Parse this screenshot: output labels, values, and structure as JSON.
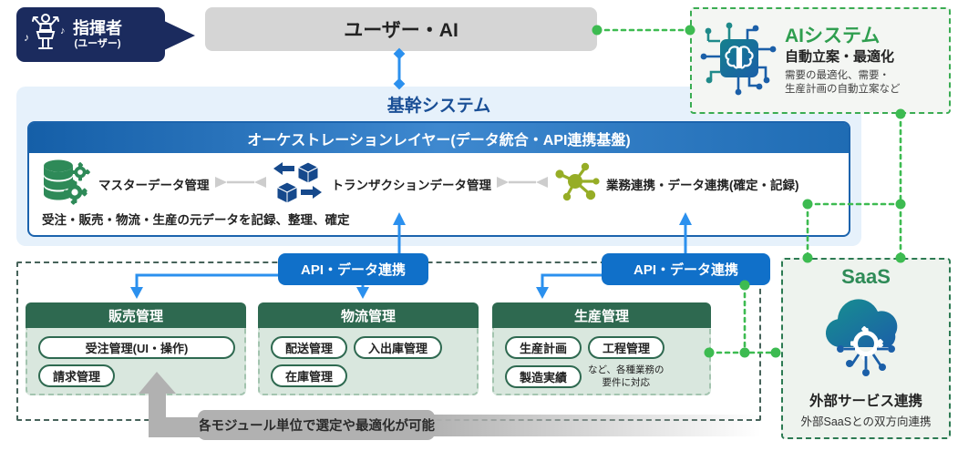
{
  "badge": {
    "title": "指揮者",
    "subtitle": "(ユーザー)"
  },
  "user_ai_bar": {
    "label": "ユーザー・AI"
  },
  "ai_box": {
    "title": "AIシステム",
    "subtitle": "自動立案・最適化",
    "desc_line1": "需要の最適化、需要・",
    "desc_line2": "生産計画の自動立案など"
  },
  "core": {
    "title": "基幹システム",
    "layer_header": "オーケストレーションレイヤー(データ統合・API連携基盤)",
    "items": [
      {
        "icon": "database-gears-icon",
        "label": "マスターデータ管理"
      },
      {
        "icon": "cubes-transfer-icon",
        "label": "トランザクションデータ管理"
      },
      {
        "icon": "network-hub-icon",
        "label": "業務連携・データ連携(確定・記録)"
      }
    ],
    "footnote": "受注・販売・物流・生産の元データを記録、整理、確定"
  },
  "api_buttons": {
    "left": "API・データ連携",
    "right": "API・データ連携"
  },
  "modules": {
    "list": [
      {
        "title": "販売管理",
        "pills": [
          "受注管理(UI・操作)",
          "請求管理"
        ]
      },
      {
        "title": "物流管理",
        "pills": [
          "配送管理",
          "入出庫管理",
          "在庫管理"
        ]
      },
      {
        "title": "生産管理",
        "pills": [
          "生産計画",
          "工程管理",
          "製造実績"
        ],
        "note_line1": "など、各種業務の",
        "note_line2": "要件に対応"
      }
    ]
  },
  "ribbon": {
    "label": "各モジュール単位で選定や最適化が可能"
  },
  "saas_box": {
    "title": "SaaS",
    "subtitle": "外部サービス連携",
    "desc": "外部SaaSとの双方向連携"
  },
  "colors": {
    "navy_badge": "#1b2b5e",
    "gray_bar": "#d5d5d5",
    "core_bg": "#e6f1fb",
    "core_border_blue": "#1b63ad",
    "header_gradient_blue": "#3e88cf",
    "api_button_blue": "#1070c9",
    "arrow_blue": "#2b90ee",
    "module_green": "#2e6950",
    "module_body_green": "#d9e7de",
    "connector_green": "#3dbb51",
    "ai_title_green": "#2f9e4f",
    "db_icon_green": "#2e8a58",
    "cube_icon_navy": "#16498c",
    "hub_icon_olive": "#96ad26"
  }
}
